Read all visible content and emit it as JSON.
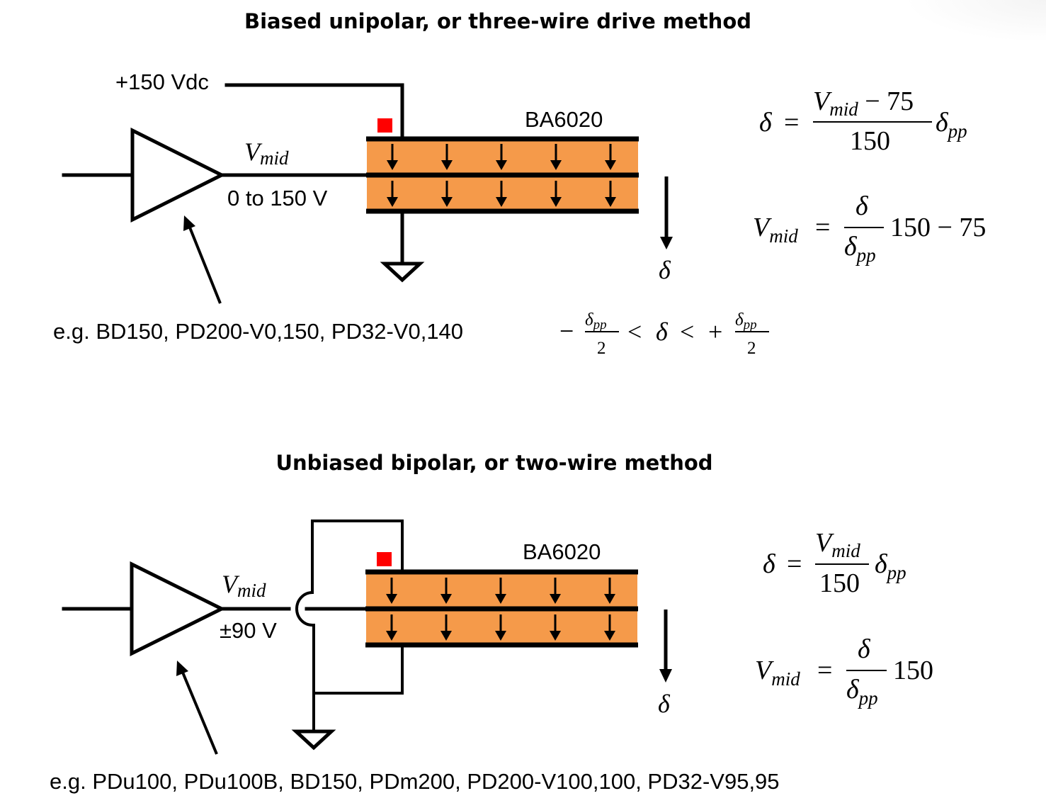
{
  "colors": {
    "piezo_fill": "#F59A4A",
    "marker": "#FF0000",
    "line": "#000000",
    "background": "#FFFFFF"
  },
  "top": {
    "title": "Biased unipolar, or three-wire drive method",
    "supply_label": "+150 Vdc",
    "output_label_main": "V",
    "output_label_sub": "mid",
    "output_range": "0 to 150 V",
    "device_label": "BA6020",
    "deflection_symbol": "δ",
    "examples": "e.g. BD150, PD200-V0,150, PD32-V0,140",
    "arrows_per_layer": 5,
    "eq1": {
      "lhs": "δ",
      "eq": "=",
      "num_var": "V",
      "num_sub": "mid",
      "num_rest": " − 75",
      "den": "150",
      "factor": "δ",
      "factor_sub": "pp"
    },
    "eq2": {
      "lhs": "V",
      "lhs_sub": "mid",
      "eq": "=",
      "num": "δ",
      "den": "δ",
      "den_sub": "pp",
      "rest": "150 − 75"
    },
    "range": {
      "minus": "−",
      "num": "δ",
      "num_sub": "pp",
      "den": "2",
      "lt1": "<",
      "mid": "δ",
      "lt2": "<",
      "plus": "+"
    }
  },
  "bottom": {
    "title": "Unbiased bipolar, or two-wire method",
    "output_label_main": "V",
    "output_label_sub": "mid",
    "output_range": "±90 V",
    "device_label": "BA6020",
    "deflection_symbol": "δ",
    "examples": "e.g. PDu100, PDu100B, BD150, PDm200, PD200-V100,100, PD32-V95,95",
    "arrows_per_layer": 5,
    "eq1": {
      "lhs": "δ",
      "eq": "=",
      "num_var": "V",
      "num_sub": "mid",
      "den": "150",
      "factor": "δ",
      "factor_sub": "pp"
    },
    "eq2": {
      "lhs": "V",
      "lhs_sub": "mid",
      "eq": "=",
      "num": "δ",
      "den": "δ",
      "den_sub": "pp",
      "rest": "150"
    }
  }
}
